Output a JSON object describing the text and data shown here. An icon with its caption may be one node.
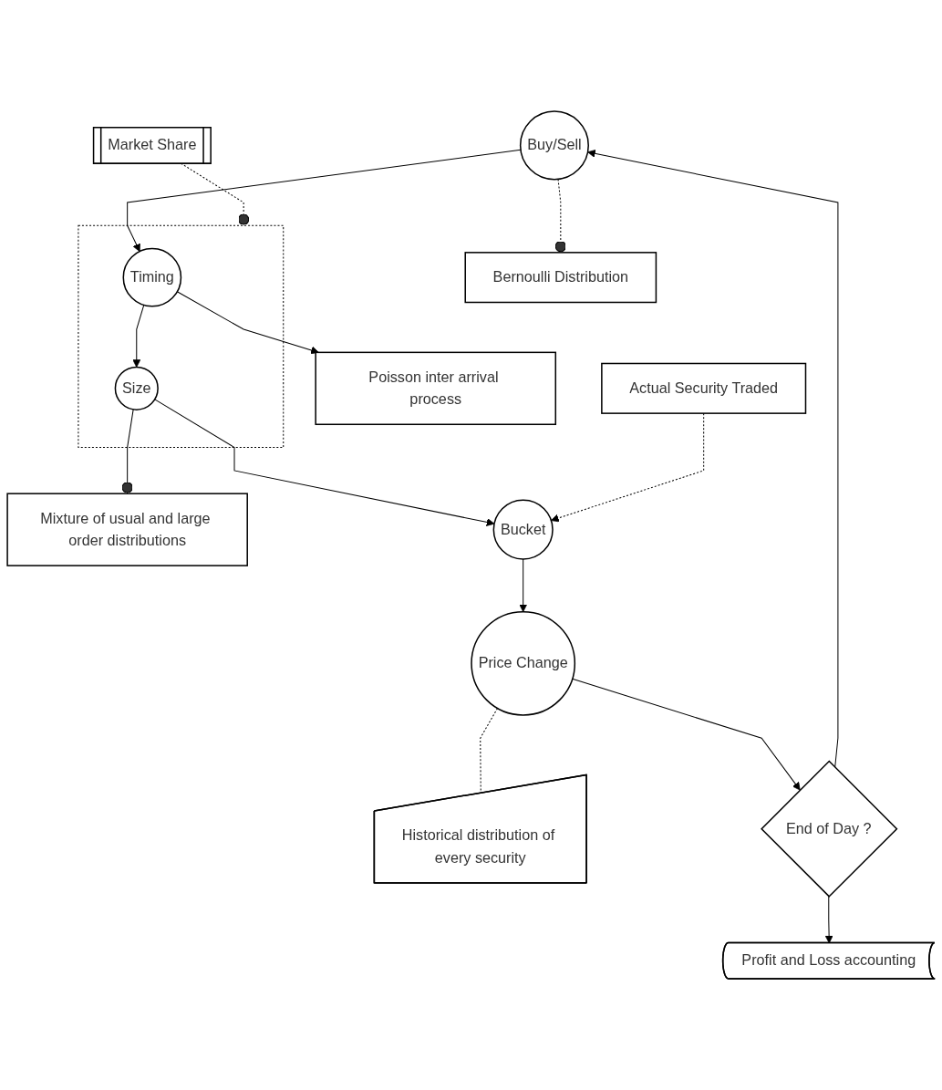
{
  "diagram": {
    "nodes": [
      {
        "text": [
          "Buy/Sell"
        ]
      },
      {
        "text": [
          "Bernoulli Distribution"
        ]
      },
      {
        "text": [],
        "shape": "box"
      },
      {
        "text": [
          "Timing"
        ],
        "in": 2
      },
      {
        "text": [
          "Poisson inter arrival process"
        ]
      },
      {
        "text": [
          "Market Share"
        ]
      },
      {
        "text": [
          "Size"
        ],
        "in": 2
      },
      {
        "text": [
          "Mixture of usual and large order distributions"
        ]
      },
      {
        "text": [
          "Bucket"
        ]
      },
      {
        "text": [
          "Actual Security Traded"
        ]
      },
      {
        "text": [
          "Price Change"
        ]
      },
      {
        "text": [
          "Historical distribution of every security"
        ]
      },
      {
        "text": [
          "End of Day ?"
        ]
      },
      {
        "text": [
          "Profit and Loss accounting"
        ]
      }
    ],
    "edges": [
      {
        "from": 0,
        "to": 1,
        "arrow": "other",
        "style": "dashed"
      },
      {
        "from": 0,
        "to": 3,
        "arrow": "to"
      },
      {
        "from": 3,
        "to": 4,
        "arrow": "to"
      },
      {
        "from": 5,
        "to": 2,
        "arrow": "other",
        "style": "dashed"
      },
      {
        "from": 3,
        "to": 6,
        "arrow": "to"
      },
      {
        "from": 6,
        "to": 7,
        "arrow": "other"
      },
      {
        "from": 6,
        "to": 8,
        "arrow": "to"
      },
      {
        "from": 9,
        "to": 8,
        "arrow": "to",
        "style": "dashed"
      },
      {
        "from": 8,
        "to": 10,
        "arrow": "to"
      },
      {
        "from": 10,
        "to": 11,
        "arrow": "none",
        "style": "dashed"
      },
      {
        "from": 10,
        "to": 12,
        "arrow": "to"
      },
      {
        "from": 12,
        "to": 13,
        "arrow": "to"
      },
      {
        "from": 12,
        "to": 0,
        "arrow": "to"
      }
    ]
  }
}
